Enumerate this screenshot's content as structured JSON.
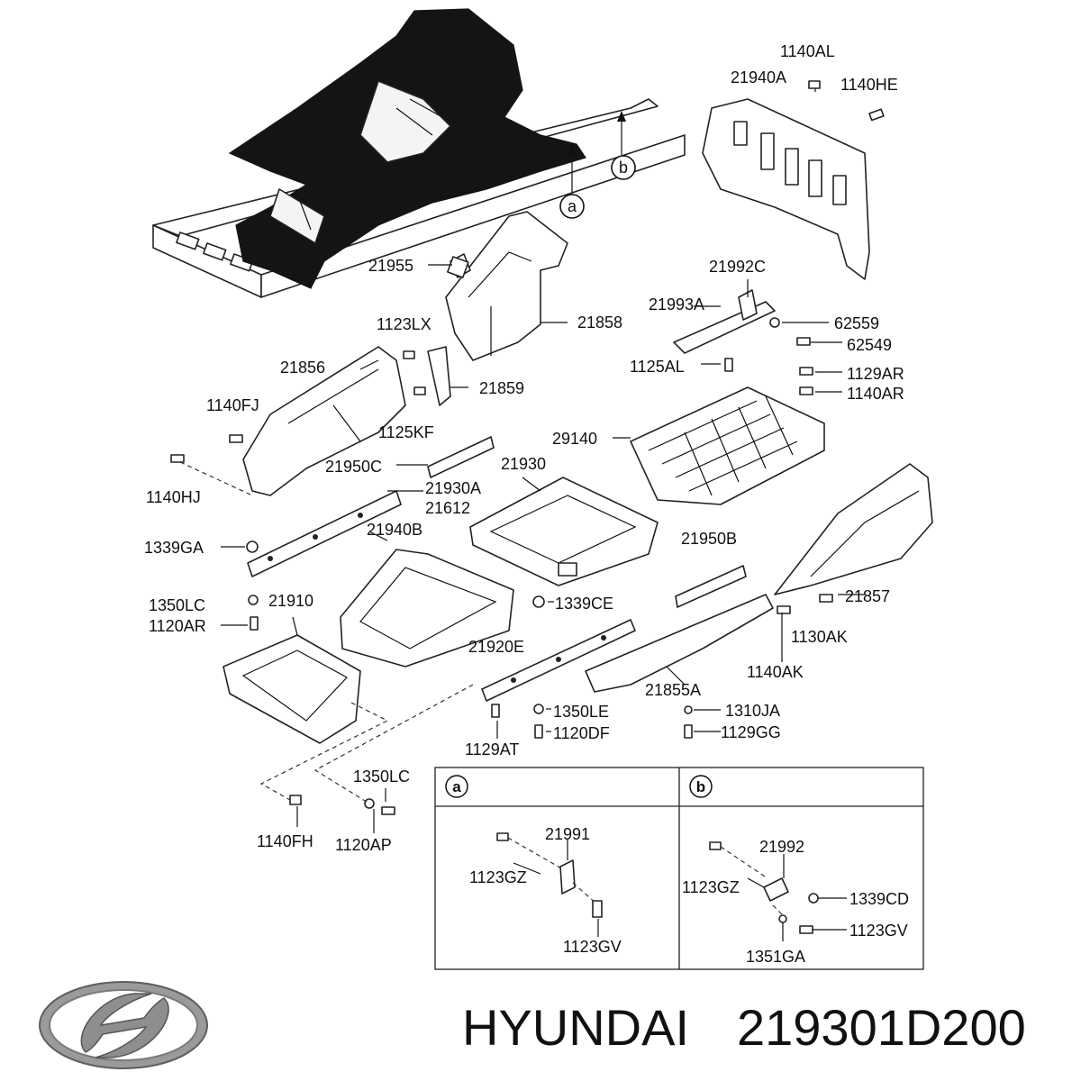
{
  "brand": {
    "name": "HYUNDAI",
    "part_number": "219301D200",
    "logo": "hyundai-logo"
  },
  "callouts": [
    "1140AL",
    "21940A",
    "1140HE",
    "21955",
    "21858",
    "21992C",
    "21993A",
    "62559",
    "62549",
    "1123LX",
    "21856",
    "21859",
    "1125AL",
    "1129AR",
    "1140AR",
    "1140FJ",
    "1125KF",
    "29140",
    "21950C",
    "21930",
    "1140HJ",
    "21930A",
    "21612",
    "1339GA",
    "21940B",
    "21950B",
    "1350LC",
    "21910",
    "1339CE",
    "21857",
    "1120AR",
    "1130AK",
    "21920E",
    "1140AK",
    "21855A",
    "1350LE",
    "1310JA",
    "1129AT",
    "1120DF",
    "1129GG",
    "1350LC",
    "1140FH",
    "1120AP"
  ],
  "refs": {
    "a": "a",
    "b": "b"
  },
  "detail_a": {
    "marker": "a",
    "labels": [
      "21991",
      "1123GZ",
      "1123GV"
    ]
  },
  "detail_b": {
    "marker": "b",
    "labels": [
      "21992",
      "1123GZ",
      "1339CD",
      "1123GV",
      "1351GA"
    ]
  }
}
